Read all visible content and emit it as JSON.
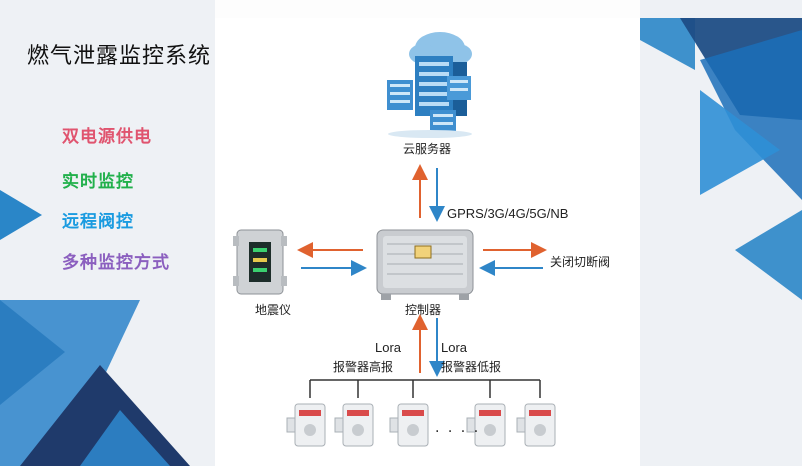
{
  "slide": {
    "title": "燃气泄露监控系统",
    "features": [
      {
        "label": "双电源供电",
        "color": "#e0546f"
      },
      {
        "label": "实时监控",
        "color": "#21b04b"
      },
      {
        "label": "远程阀控",
        "color": "#1a9be0"
      },
      {
        "label": "多种监控方式",
        "color": "#8b5fbf"
      }
    ]
  },
  "diagram": {
    "cloud_server_label": "云服务器",
    "network_label": "GPRS/3G/4G/5G/NB",
    "controller_label": "控制器",
    "seismometer_label": "地震仪",
    "valve_label": "关闭切断阀",
    "lora_left_label": "Lora",
    "lora_left_sub": "报警器高报",
    "lora_right_label": "Lora",
    "lora_right_sub": "报警器低报",
    "ellipsis": "· · · ·",
    "arrow_colors": {
      "up": "#e0622f",
      "down": "#2f86c8"
    }
  },
  "theme": {
    "accent_dark": "#1f3a6b",
    "accent_blue": "#2a82c9"
  }
}
